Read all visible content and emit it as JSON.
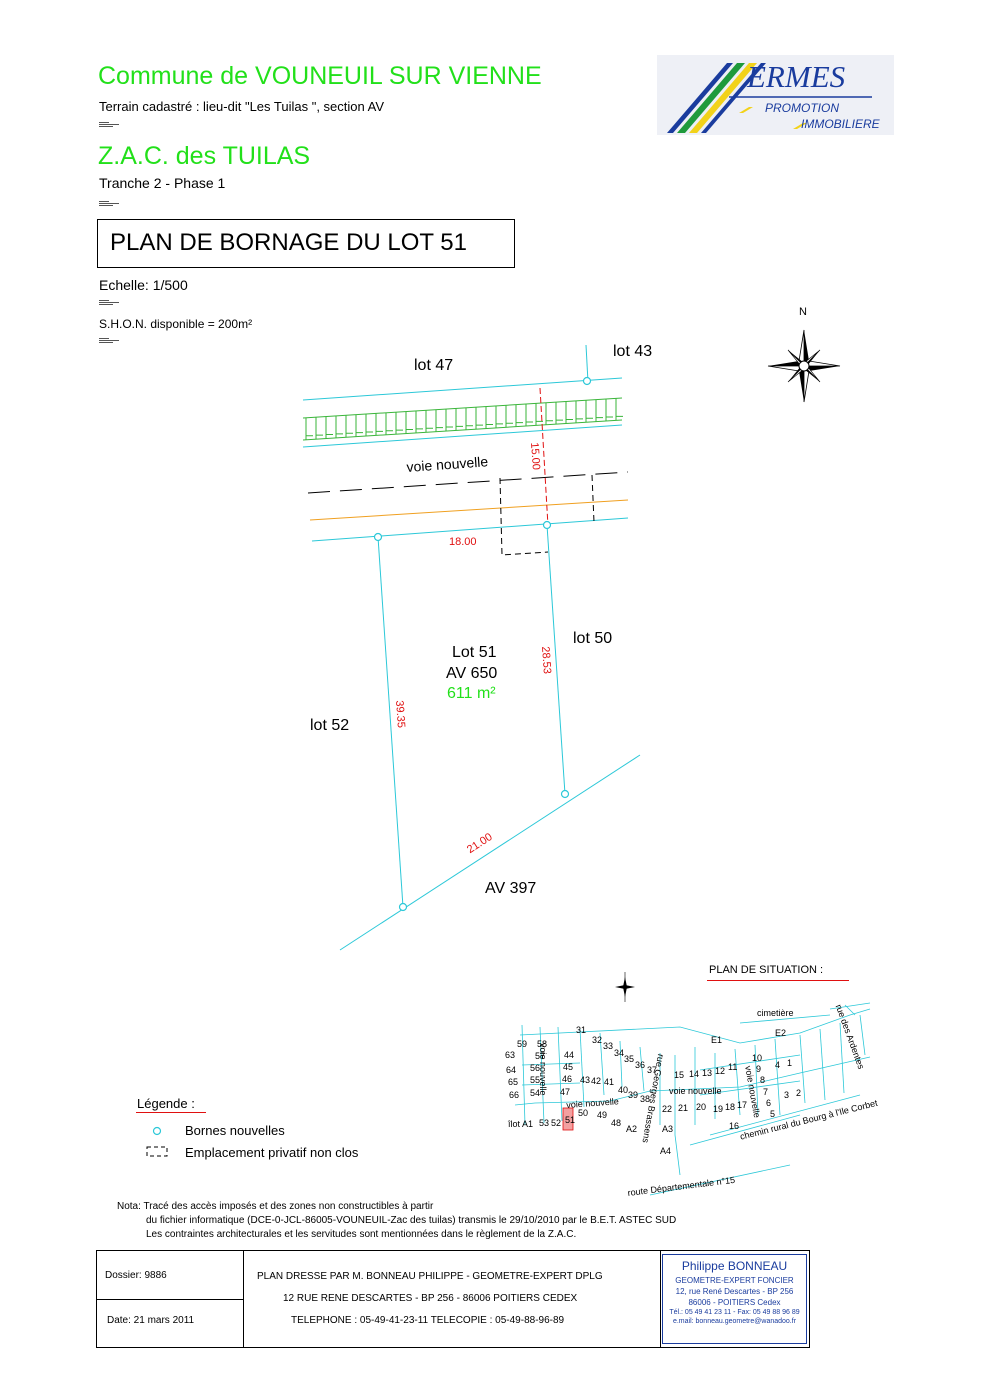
{
  "header": {
    "commune": "Commune de VOUNEUIL SUR VIENNE",
    "terrain": "Terrain cadastré : lieu-dit \"Les Tuilas \", section AV",
    "zac": "Z.A.C. des TUILAS",
    "tranche": "Tranche 2 - Phase 1",
    "plan_title": "PLAN DE BORNAGE DU LOT 51",
    "echelle": "Echelle: 1/500",
    "shon": "S.H.O.N. disponible = 200m²"
  },
  "logo": {
    "brand": "ERMES",
    "line1": "PROMOTION",
    "line2": "IMMOBILIERE",
    "colors": {
      "blue": "#1a3c9e",
      "yellow": "#f2d21a",
      "green": "#1e9a3c"
    }
  },
  "compass": {
    "north": "N"
  },
  "plan": {
    "lot47": "lot 47",
    "lot43": "lot 43",
    "voie": "voie nouvelle",
    "dim_15": "15.00",
    "dim_18": "18.00",
    "lot51": "Lot 51",
    "av650": "AV 650",
    "area": "611 m²",
    "lot50": "lot 50",
    "lot52": "lot 52",
    "dim_2853": "28.53",
    "dim_3935": "39.35",
    "dim_21": "21.00",
    "av397": "AV 397"
  },
  "situation": {
    "title": "PLAN DE SITUATION :",
    "cimetiere": "cimetière",
    "rue_ardentes": "rue des Ardentes",
    "chemin": "chemin rural du Bourg à l'Ile Corbet",
    "route": "route Départementale n°15",
    "rue_brassens": "rue Georges Brassens",
    "voie1": "voie nouvelle",
    "voie2": "voie nouvelle",
    "voie3": "voie nouvelle",
    "voie4": "voie nouvelle",
    "ilot": "îlot A1",
    "lots": [
      "31",
      "32",
      "33",
      "34",
      "35",
      "36",
      "37",
      "59",
      "58",
      "63",
      "57",
      "44",
      "64",
      "56",
      "45",
      "65",
      "55",
      "46",
      "43",
      "42",
      "41",
      "66",
      "54",
      "47",
      "40",
      "39",
      "38",
      "53",
      "52",
      "51",
      "50",
      "49",
      "48",
      "15",
      "14",
      "13",
      "12",
      "11",
      "10",
      "9",
      "8",
      "7",
      "6",
      "5",
      "4",
      "1",
      "3",
      "2",
      "22",
      "21",
      "20",
      "19",
      "18",
      "17",
      "16",
      "E1",
      "E2",
      "A2",
      "A3",
      "A4"
    ]
  },
  "legend": {
    "title": "Légende :",
    "item1": "Bornes nouvelles",
    "item2": "Emplacement privatif non clos"
  },
  "nota": {
    "line1": "Nota: Tracé des accès imposés et des zones non constructibles à partir",
    "line2": "du fichier informatique (DCE-0-JCL-86005-VOUNEUIL-Zac des tuilas) transmis  le 29/10/2010 par le B.E.T. ASTEC SUD",
    "line3": "Les contraintes architecturales et les servitudes sont mentionnées dans le règlement de la Z.A.C."
  },
  "footer": {
    "dossier": "Dossier: 9886",
    "date": "Date: 21 mars 2011",
    "plan_dresse": "PLAN DRESSE PAR M. BONNEAU PHILIPPE - GEOMETRE-EXPERT DPLG",
    "address": "12 RUE RENE DESCARTES - BP 256 - 86006 POITIERS CEDEX",
    "telephone": "TELEPHONE : 05-49-41-23-11  TELECOPIE : 05-49-88-96-89",
    "stamp_name": "Philippe BONNEAU",
    "stamp_title": "GEOMETRE-EXPERT FONCIER",
    "stamp_addr1": "12, rue René Descartes - BP 256",
    "stamp_addr2": "86006 - POITIERS Cedex",
    "stamp_tel": "Tél.: 05 49 41 23 11 - Fax: 05 49 88 96 89",
    "stamp_email": "e.mail: bonneau.geometre@wanadoo.fr"
  }
}
